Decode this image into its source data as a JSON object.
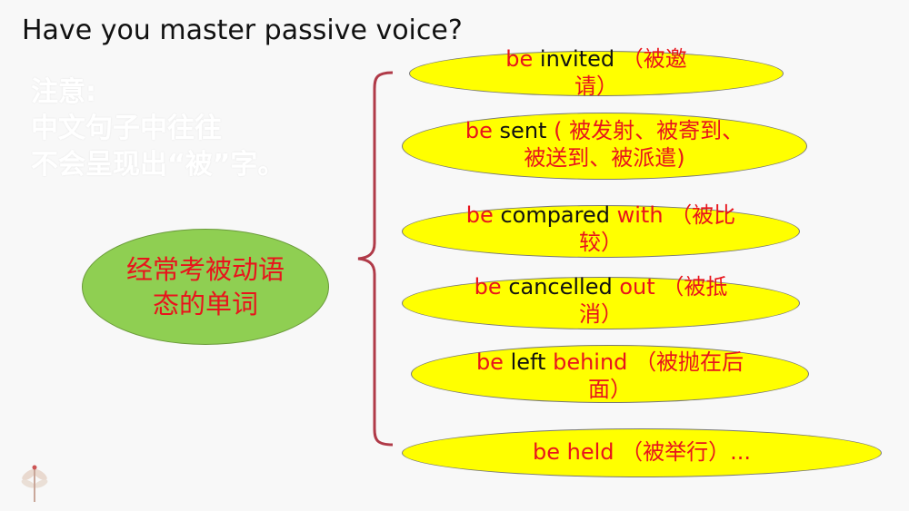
{
  "title": "Have you master passive voice?",
  "note": {
    "line1": "注意:",
    "line2": "中文句子中往往",
    "line3": "不会呈现出“被”字。"
  },
  "center_label": "经常考被动语态的单词",
  "items": [
    {
      "be": "be",
      "word": "invited",
      "extra": "",
      "cn_line1": "（被邀",
      "cn_line2": "请）"
    },
    {
      "be": "be",
      "word": "sent",
      "extra": "",
      "cn_line1": "( 被发射、被寄到、",
      "cn_line2": "被送到、被派遣)"
    },
    {
      "be": "be",
      "word": "compared",
      "extra": "with",
      "cn_line1": "（被比",
      "cn_line2": "较）"
    },
    {
      "be": "be",
      "word": "cancelled",
      "extra": "out",
      "cn_line1": "（被抵",
      "cn_line2": "消）"
    },
    {
      "be": "be",
      "word": "left",
      "extra": "behind",
      "cn_line1": "（被抛在后",
      "cn_line2": "面）"
    },
    {
      "be": "be",
      "word": "held",
      "extra": "",
      "cn_line1": "（被举行）...",
      "cn_line2": ""
    }
  ],
  "colors": {
    "accent_red": "#e8141c",
    "pill_fill": "#ffff00",
    "center_fill": "#8fcf52",
    "brace": "#b03a48"
  }
}
